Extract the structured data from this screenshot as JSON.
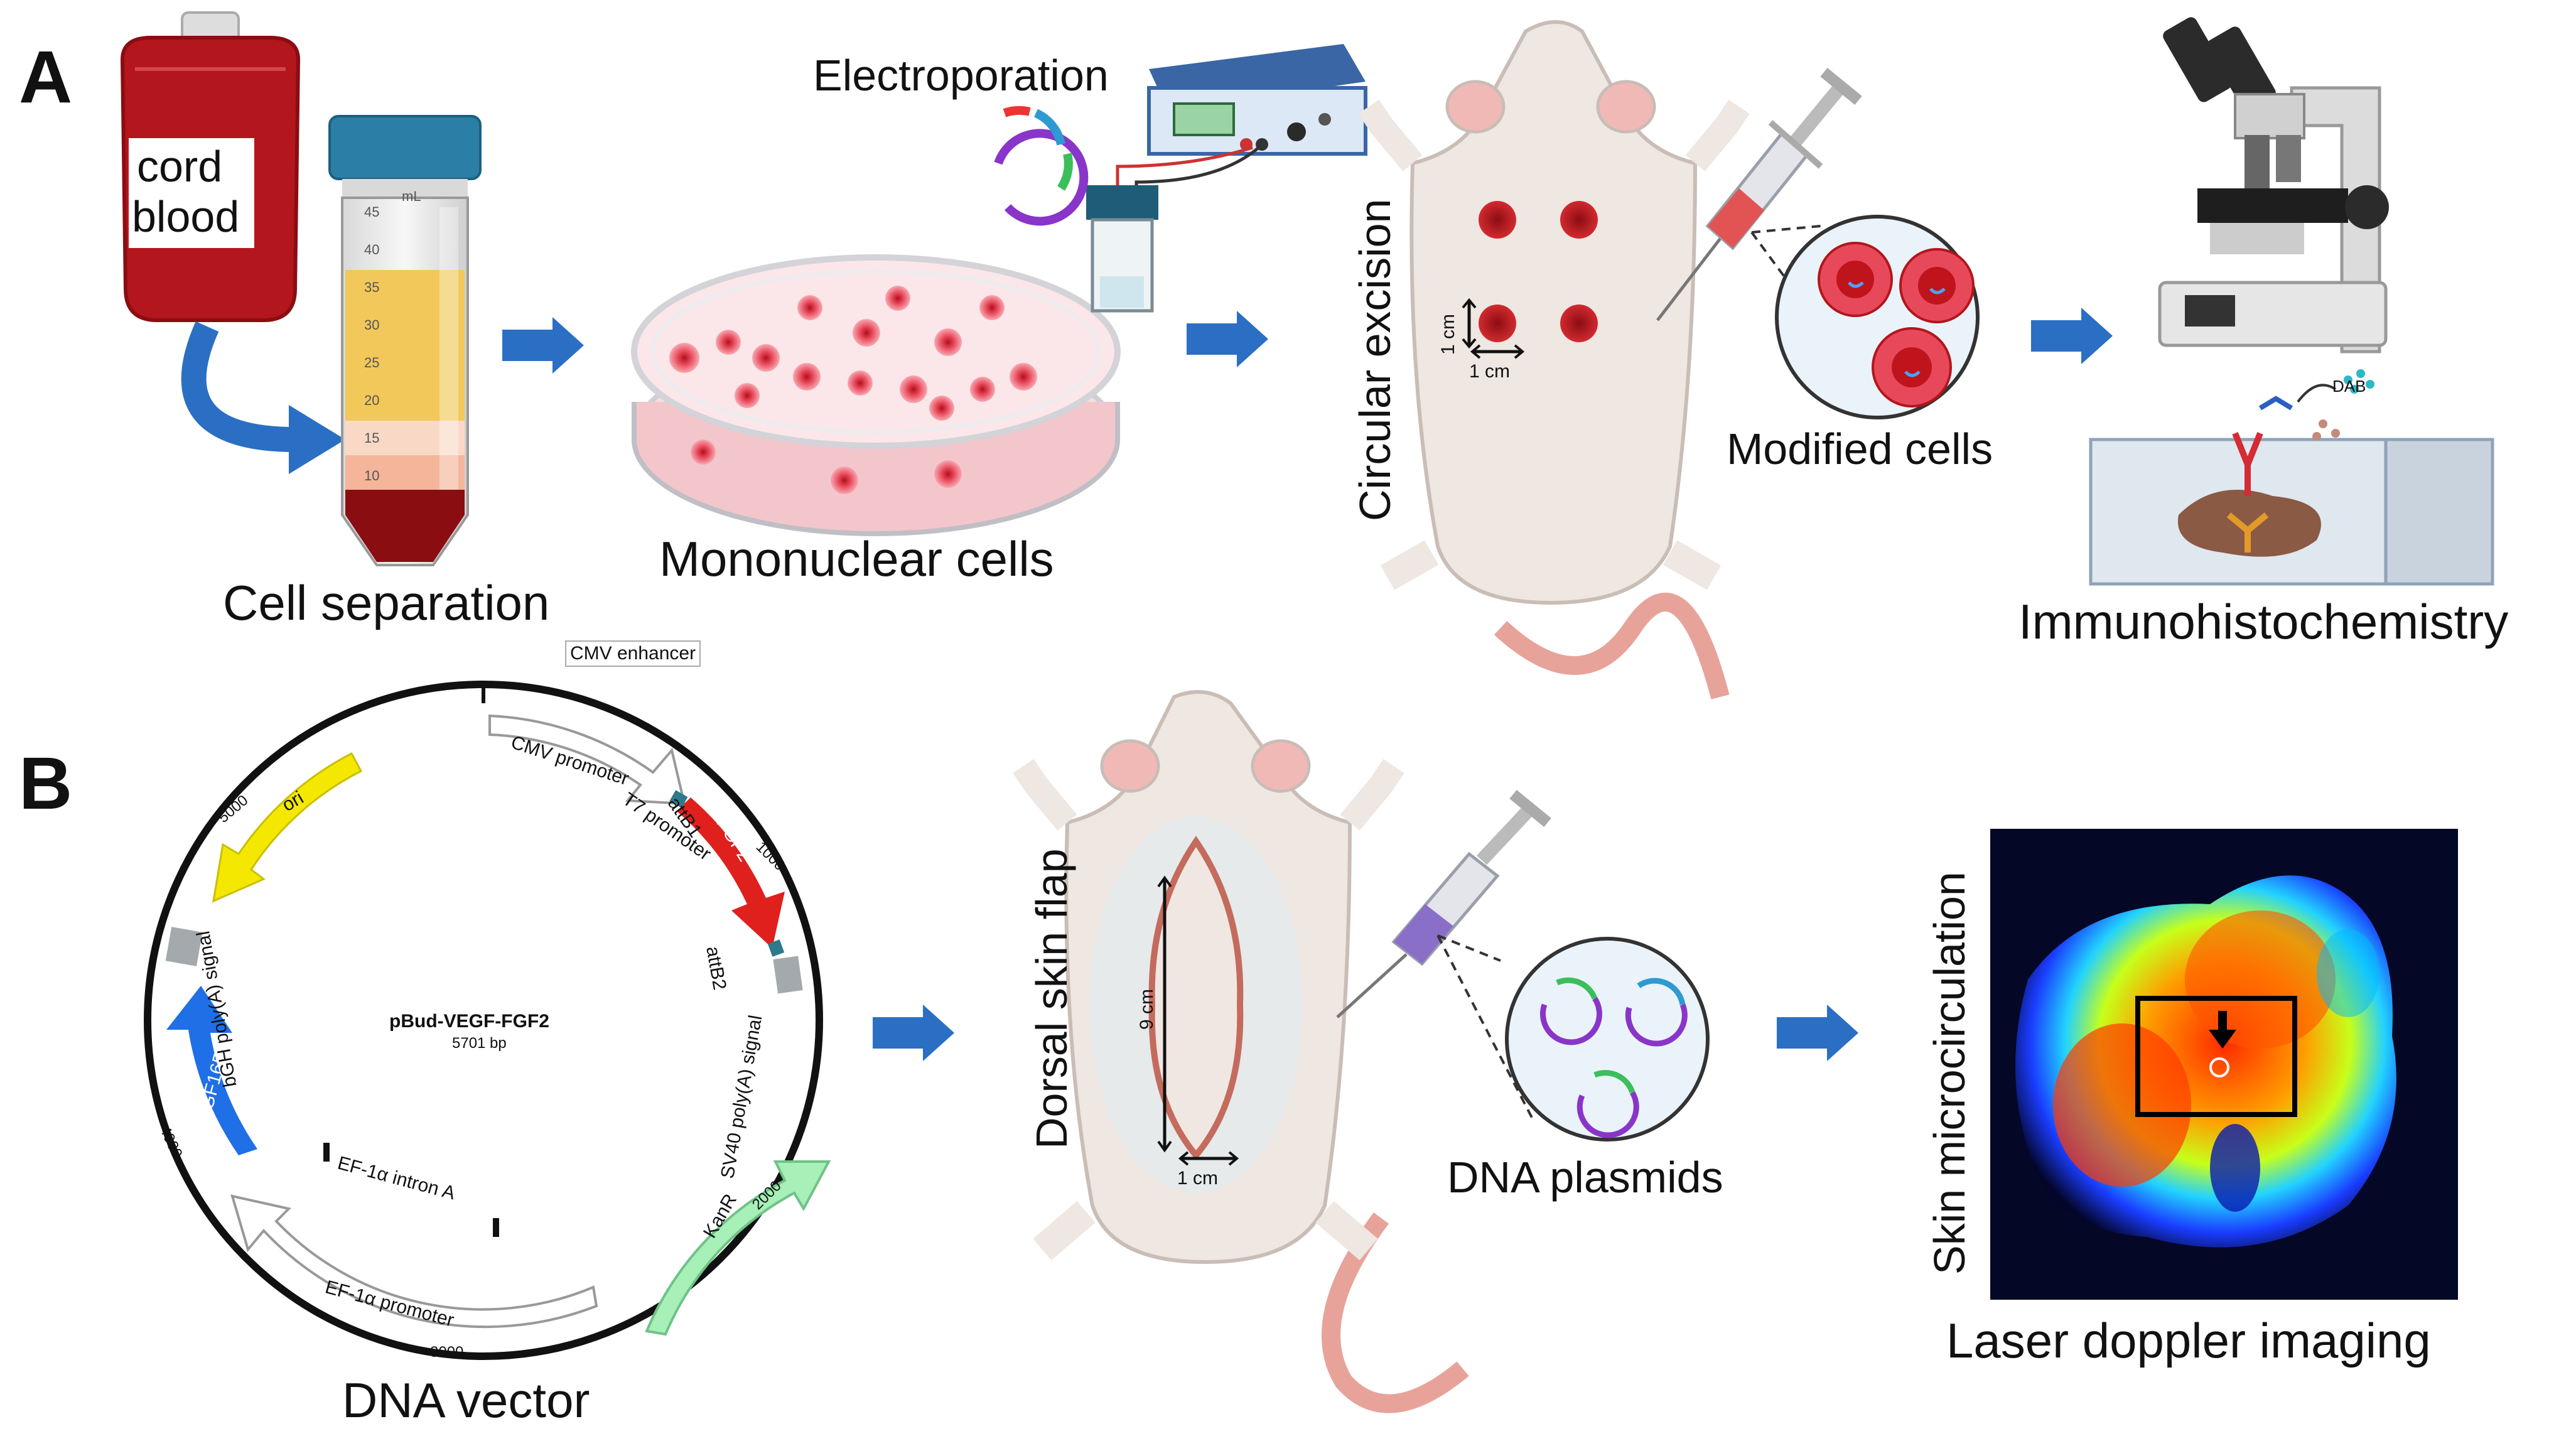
{
  "panels": {
    "a": "A",
    "b": "B"
  },
  "top_row": {
    "cord_blood_line1": "cord",
    "cord_blood_line2": "blood",
    "tube_unit": "mL",
    "tube_ticks": [
      "45",
      "40",
      "35",
      "30",
      "25",
      "20",
      "15",
      "10"
    ],
    "cell_separation": "Cell separation",
    "electroporation": "Electroporation",
    "mononuclear_cells": "Mononuclear cells",
    "circular_excision": "Circular excision",
    "scale_vertical": "1 cm",
    "scale_horizontal": "1 cm",
    "modified_cells": "Modified cells",
    "dab": "DAB",
    "immunohistochemistry": "Immunohistochemistry"
  },
  "bottom_row": {
    "dna_vector": "DNA vector",
    "dorsal_skin_flap": "Dorsal skin flap",
    "flap_length": "9 cm",
    "flap_width": "1 cm",
    "dna_plasmids": "DNA plasmids",
    "skin_microcirculation": "Skin microcirculation",
    "laser_doppler_imaging": "Laser doppler imaging"
  },
  "plasmid": {
    "name": "pBud-VEGF-FGF2",
    "size": "5701 bp",
    "features": {
      "cmv_enhancer": "CMV enhancer",
      "cmv_promoter": "CMV promoter",
      "t7_promoter": "T7 promoter",
      "attb1": "attB1",
      "fgf2": "FGF2",
      "attb2": "attB2",
      "sv40": "SV40 poly(A) signal",
      "kanr": "KanR",
      "ef1a_intron": "EF-1α intron A",
      "ef1a_promoter": "EF-1α promoter",
      "vegf165": "VEGF165",
      "bgh": "bGH poly(A) signal",
      "ori": "ori"
    },
    "ticks": {
      "t1000": "1000",
      "t2000": "2000",
      "t3000": "3000",
      "t4000": "4000",
      "t5000": "5000"
    }
  },
  "colors": {
    "arrow": "#2a6fc4",
    "blood": "#b3161c",
    "cell": "#e8495a",
    "rat_body": "#eee7e2",
    "rat_tail": "#e7a39a",
    "fgf2": "#e0201c",
    "ori": "#f5e800",
    "vegf165": "#1f6fe6",
    "kanr": "#a7f0b8"
  }
}
